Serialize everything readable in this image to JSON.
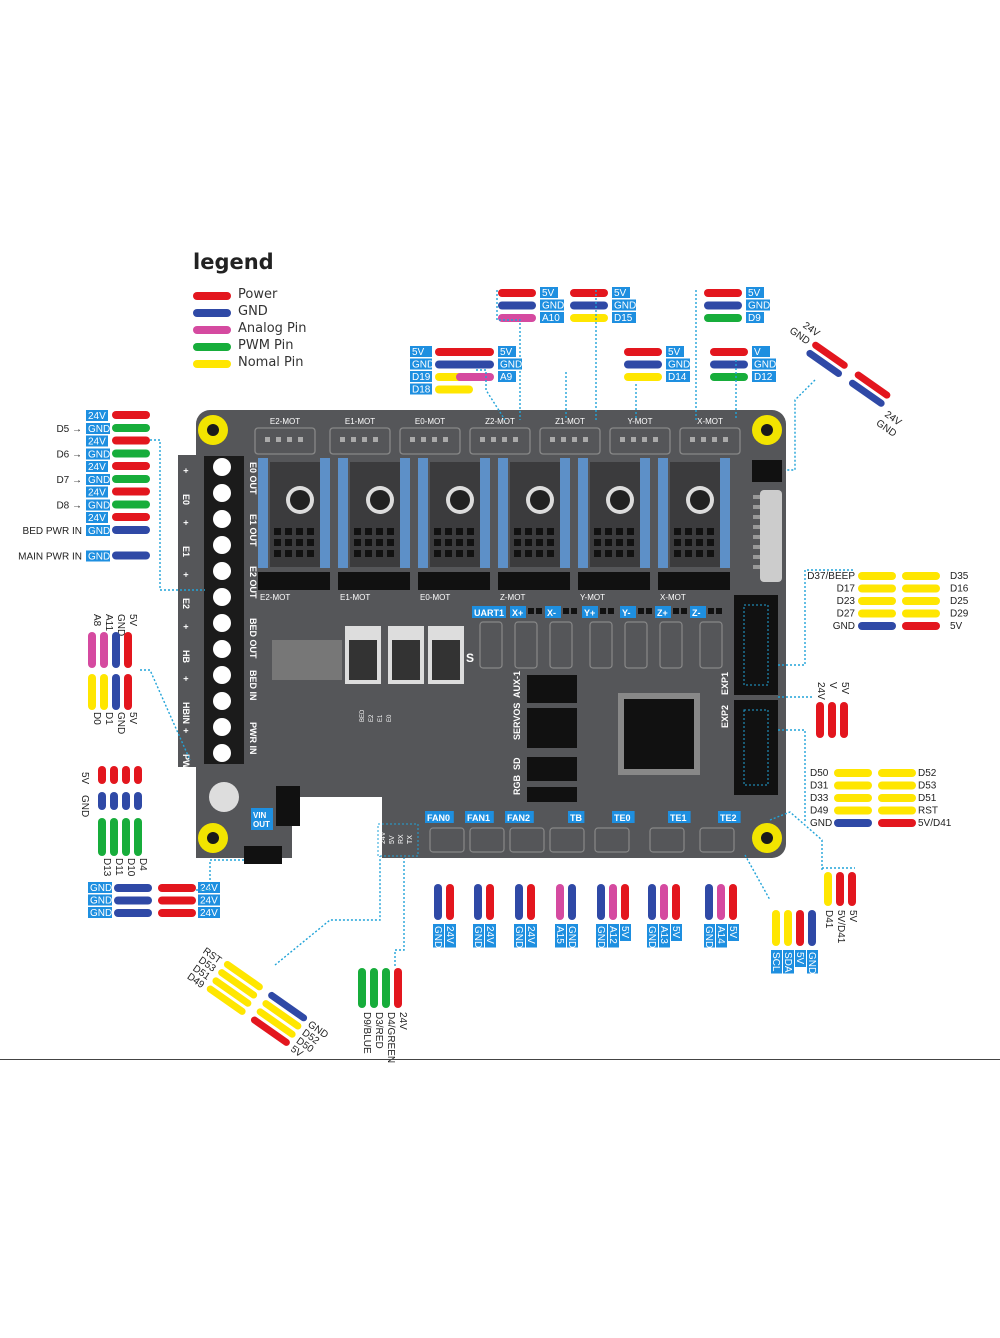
{
  "colors": {
    "power": "#e3161e",
    "gnd": "#2f49a6",
    "analog": "#d54aa0",
    "pwm": "#17ad3b",
    "normal": "#ffe600",
    "label_bg": "#1e8fe0",
    "board": "#555659",
    "board_dark": "#3b3b3d",
    "screw": "#f2e400",
    "dotted": "#21a3d8"
  },
  "legend": {
    "title": "legend",
    "items": [
      {
        "label": "Power",
        "color": "#e3161e"
      },
      {
        "label": "GND",
        "color": "#2f49a6"
      },
      {
        "label": "Analog Pin",
        "color": "#d54aa0"
      },
      {
        "label": "PWM Pin",
        "color": "#17ad3b"
      },
      {
        "label": "Nomal Pin",
        "color": "#ffe600"
      }
    ]
  },
  "board": {
    "motor_headers": [
      "E2-MOT",
      "E1-MOT",
      "E0-MOT",
      "Z2-MOT",
      "Z1-MOT",
      "Y-MOT",
      "X-MOT"
    ],
    "driver_labels": [
      "E2-MOT",
      "E1-MOT",
      "E0-MOT",
      "Z-MOT",
      "Y-MOT",
      "X-MOT"
    ],
    "terminal_left": [
      "+",
      "E0",
      "+",
      "E1",
      "+",
      "E2",
      "+",
      "HB",
      "+",
      "HBIN",
      "+",
      "PWR"
    ],
    "terminal_right": [
      "E0 OUT",
      "E1 OUT",
      "E2 OUT",
      "BED OUT",
      "BED IN",
      "PWR IN"
    ],
    "endstops": [
      "UART1",
      "X+",
      "X-",
      "Y+",
      "Y-",
      "Z+",
      "Z-"
    ],
    "side_headers": [
      "AUX-1",
      "SERVOS",
      "SD",
      "RGB"
    ],
    "exp": [
      "EXP1",
      "EXP2"
    ],
    "fans": [
      "FAN0",
      "FAN1",
      "FAN2",
      "TB",
      "TE0",
      "TE1",
      "TE2"
    ],
    "vin": "VIN OUT",
    "led_labels": [
      "BED",
      "E2",
      "E1",
      "E0"
    ],
    "uart_vert": [
      "24V",
      "5V",
      "RX",
      "TX"
    ],
    "s_label": "S"
  },
  "left_pins": [
    {
      "left": "D5 → GND",
      "right": "24V"
    },
    {
      "left": "D6 → GND",
      "right": "24V"
    },
    {
      "left": "D7 → GND",
      "right": "24V"
    },
    {
      "left": "D8 → GND",
      "right": "24V"
    },
    {
      "left": "BED PWR IN GND",
      "right": "24V"
    },
    {
      "left": "MAIN PWR IN GND",
      "right": ""
    }
  ],
  "top_groups": [
    {
      "labels": [
        "5V",
        "GND",
        "A10"
      ]
    },
    {
      "labels": [
        "5V",
        "GND",
        "D15"
      ]
    },
    {
      "labels": [
        "5V",
        "GND",
        "D9"
      ]
    },
    {
      "labels": [
        "5V",
        "GND",
        "D19",
        "D18"
      ]
    },
    {
      "labels": [
        "5V",
        "GND",
        "A9"
      ]
    },
    {
      "labels": [
        "5V",
        "GND",
        "D14"
      ]
    },
    {
      "labels": [
        "V",
        "GND",
        "D12"
      ]
    }
  ],
  "diag_top_right": [
    "24V",
    "GND",
    "24V",
    "GND"
  ],
  "exp1_pins": {
    "left": [
      "D37/BEEP",
      "D17",
      "D23",
      "D27",
      "GND"
    ],
    "right": [
      "D35",
      "D16",
      "D25",
      "D29",
      "5V"
    ]
  },
  "small_right": [
    "24V",
    "V",
    "5V"
  ],
  "exp2_pins": {
    "left": [
      "D50",
      "D31",
      "D33",
      "D49",
      "GND"
    ],
    "right": [
      "D52",
      "D53",
      "D51",
      "RST",
      "5V/D41"
    ]
  },
  "vert_left": {
    "top": [
      "5V",
      "GND",
      "A11",
      "A8"
    ],
    "bottom": [
      "5V",
      "GND",
      "D1",
      "D0"
    ]
  },
  "vert_left2": {
    "top": [
      "5V",
      "GND"
    ],
    "bottom": [
      "D4",
      "D10",
      "D11",
      "D13"
    ]
  },
  "bottom_left": [
    "GND",
    "GND",
    "GND",
    "24V",
    "24V",
    "24V"
  ],
  "diag_bottom_left": [
    "RST",
    "D53",
    "D51",
    "D49",
    "GND",
    "D52",
    "D50",
    "5V"
  ],
  "rgb_vert": [
    "24V",
    "D4/GREEN",
    "D3/RED",
    "D9/BLUE"
  ],
  "fan_groups": [
    {
      "labels": [
        "GND",
        "24V"
      ]
    },
    {
      "labels": [
        "GND",
        "24V"
      ]
    },
    {
      "labels": [
        "GND",
        "24V"
      ]
    },
    {
      "labels": [
        "A15",
        "GND"
      ]
    },
    {
      "labels": [
        "GND",
        "A12",
        "5V"
      ]
    },
    {
      "labels": [
        "GND",
        "A13",
        "5V"
      ]
    },
    {
      "labels": [
        "GND",
        "A14",
        "5V"
      ]
    }
  ],
  "i2c_vert": [
    "SCL",
    "SDA",
    "5V",
    "GND"
  ],
  "d41_vert": [
    "D41",
    "5V/D41",
    "5V"
  ]
}
